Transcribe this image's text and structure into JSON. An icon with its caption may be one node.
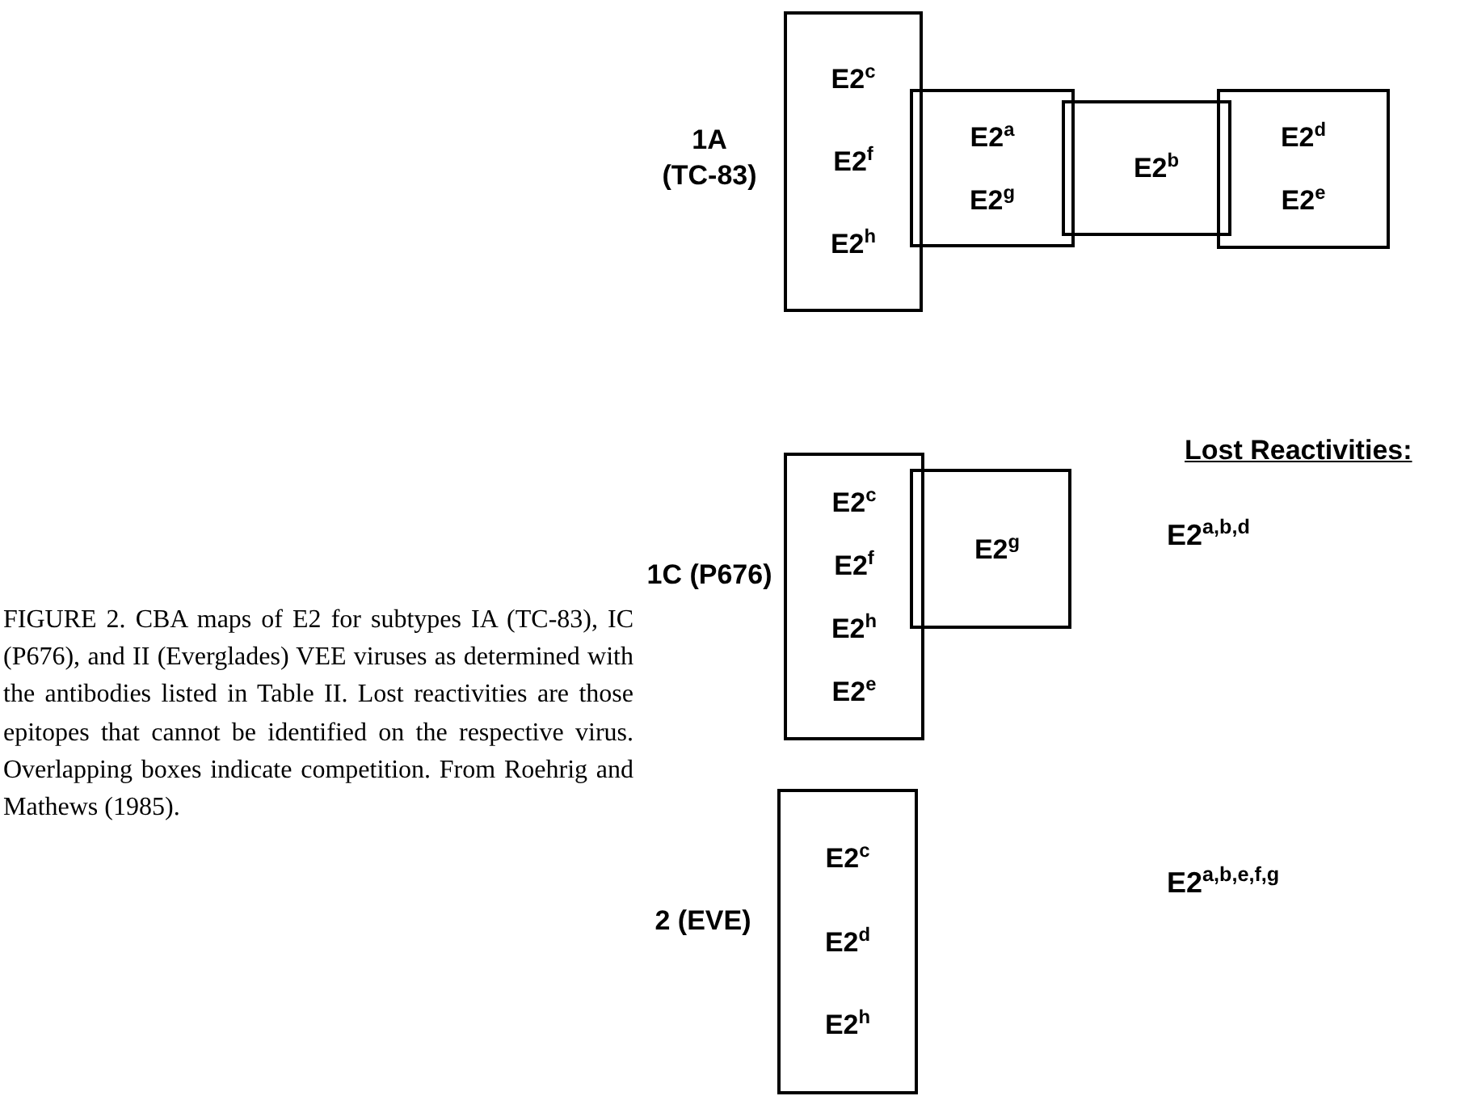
{
  "diagram": {
    "caption": "FIGURE 2. CBA maps of E2 for subtypes IA (TC-83), IC (P676), and II (Everglades) VEE viruses as determined with the antibodies listed in Table II. Lost reactivities are those epitopes that cannot be identified on the respective virus. Overlapping boxes indicate competition. From Roehrig and Mathews (1985).",
    "nodes": [
      {
        "text": [
          "E2$^{c}$",
          "E2$^{f}$",
          "E2$^{h}$"
        ],
        "beside": [
          "1A (TC-83)"
        ]
      },
      {
        "text": [
          "E2$^{a}$",
          "E2$^{g}$"
        ]
      },
      {
        "text": [
          "E2$^{b}$"
        ]
      },
      {
        "text": [
          "E2$^{d}$",
          "E2$^{e}$"
        ]
      },
      {
        "text": [
          "E2$^{c}$",
          "E2$^{f}$",
          "E2$^{h}$",
          "E2$^{e}$"
        ],
        "beside": [
          "1C (P676)"
        ]
      },
      {
        "text": [
          "E2$^{g}$"
        ]
      },
      {
        "text": [
          "E2$^{c}$",
          "E2$^{d}$",
          "E2$^{h}$"
        ],
        "beside": [
          "2 (EVE)"
        ]
      }
    ],
    "labels": [
      "Lost Reactivities:",
      "E2$^{a,b,d}$",
      "E2$^{a,b,e,f,g}$"
    ]
  }
}
